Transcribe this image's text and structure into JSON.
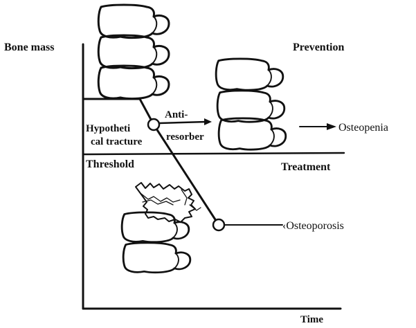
{
  "labels": {
    "y_axis": "Bone mass",
    "x_axis": "Time",
    "prevention": "Prevention",
    "treatment": "Treatment",
    "threshold": "Threshold",
    "hypothetical_line1": "Hypotheti",
    "hypothetical_line2": "cal tracture",
    "antiresorber_line1": "Anti-",
    "antiresorber_line2": "resorber",
    "osteopenia": "Osteopenia",
    "osteoporosis": "‹Osteoporosis"
  },
  "colors": {
    "ink": "#111111",
    "background": "#ffffff"
  },
  "icons": {
    "healthy_spine": "vertebra-stack-icon",
    "treated_spine": "vertebra-stack-icon",
    "fractured_spine": "fractured-vertebra-icon"
  }
}
